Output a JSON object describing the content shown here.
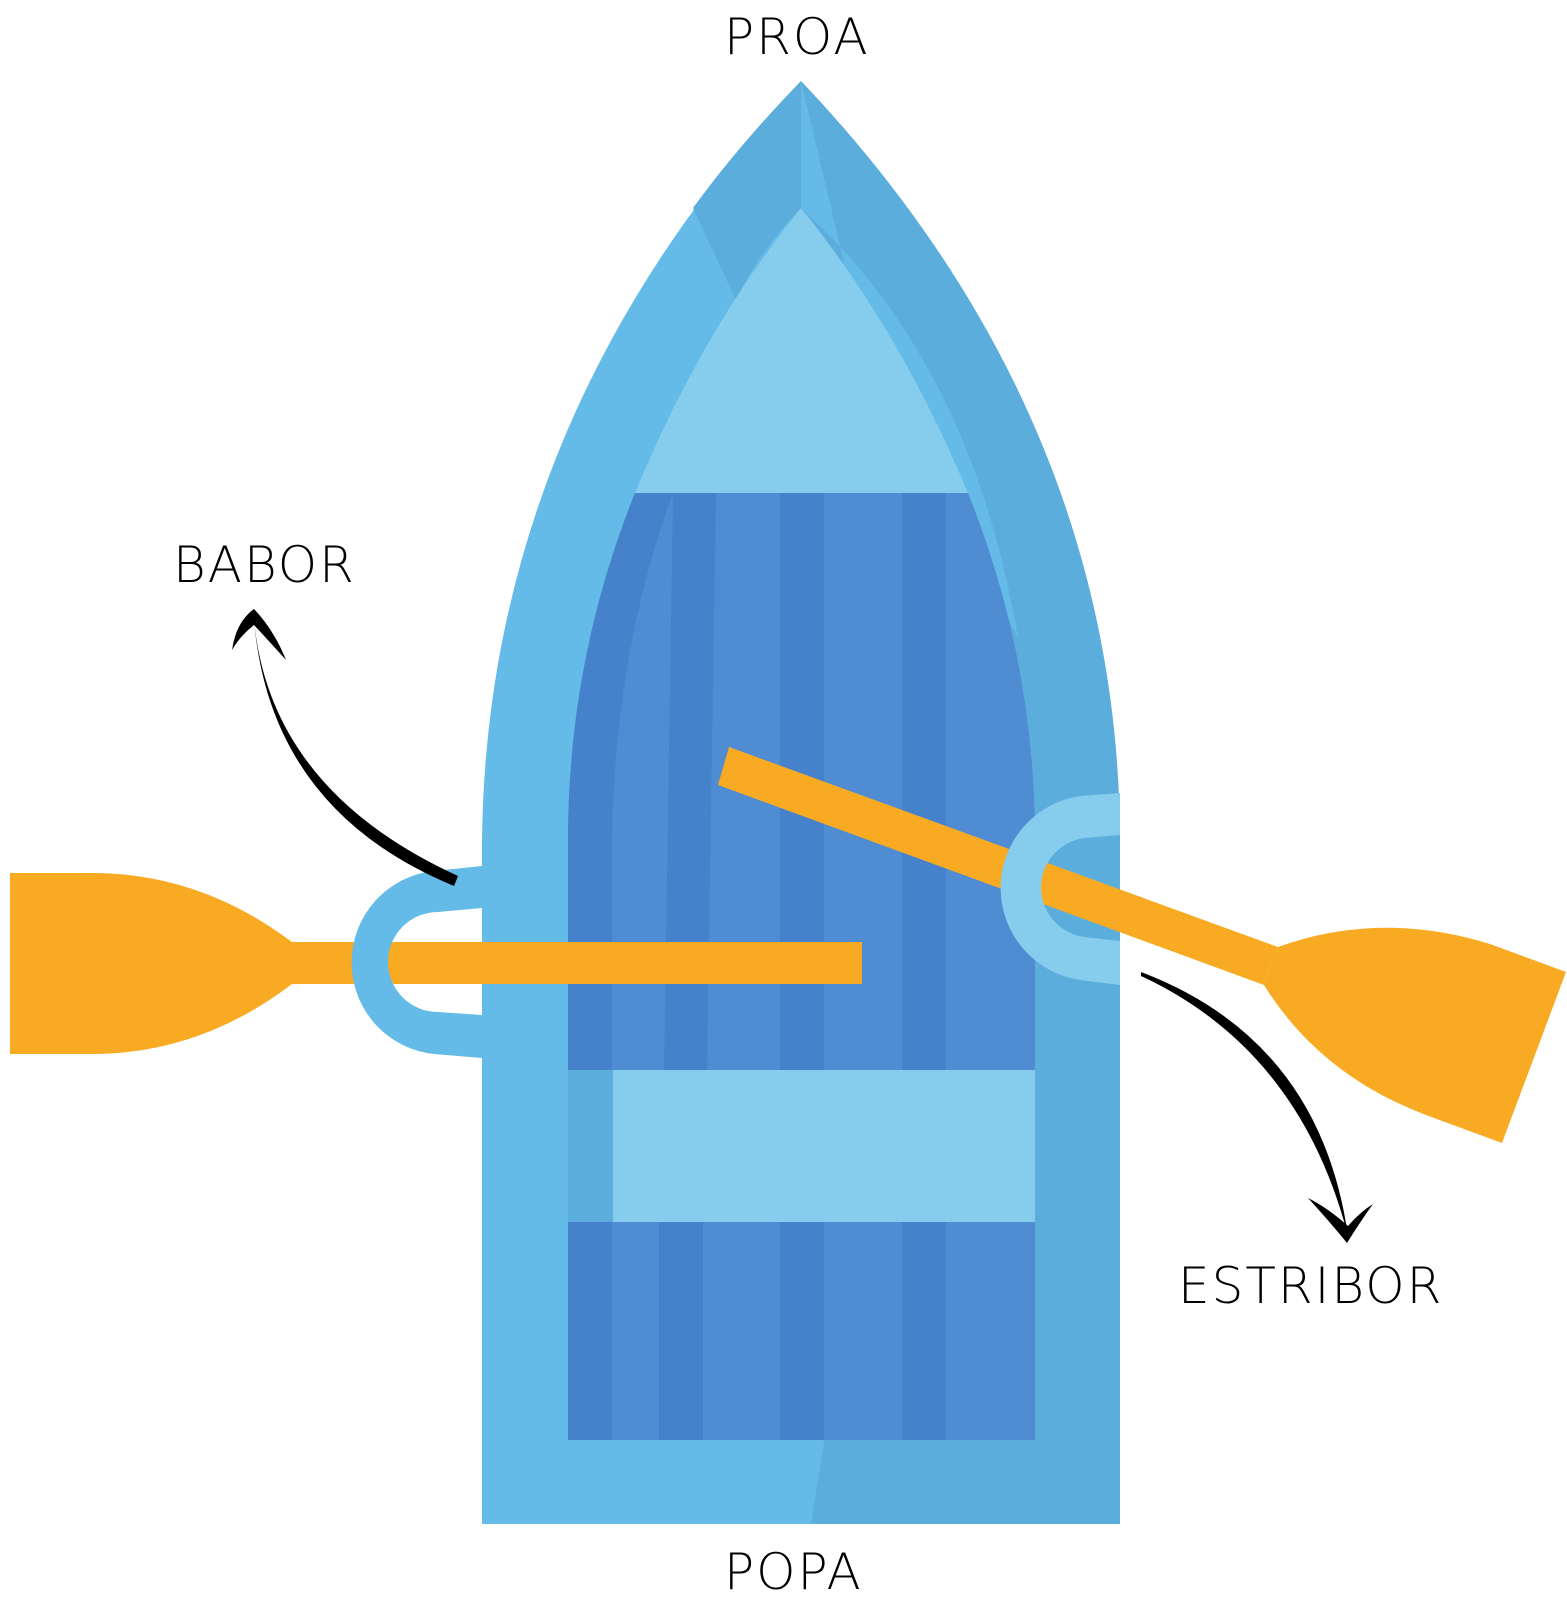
{
  "labels": {
    "bow": "PROA",
    "stern": "POPA",
    "port": "BABOR",
    "starboard": "ESTRIBOR"
  },
  "colors": {
    "hull_outer": "#64BBE7",
    "hull_shade": "#5BAEDC",
    "deck_light": "#86CCED",
    "floor": "#508CD2",
    "floor_stripe": "#4682CB",
    "oar": "#F8AA22",
    "arrow": "#000000"
  }
}
